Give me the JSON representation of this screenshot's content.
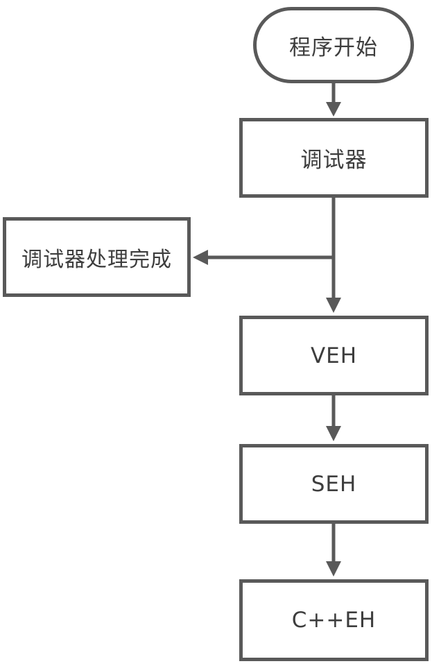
{
  "diagram": {
    "type": "flowchart",
    "colors": {
      "line": "#595959",
      "node_border": "#595959",
      "node_fill": "#ffffff",
      "text": "#3d3d3d",
      "background": "#ffffff"
    },
    "nodes": [
      {
        "id": "start",
        "shape": "stadium",
        "label": "程序开始"
      },
      {
        "id": "debugger",
        "shape": "rect",
        "label": "调试器"
      },
      {
        "id": "debugger-done",
        "shape": "rect",
        "label": "调试器处理完成"
      },
      {
        "id": "veh",
        "shape": "rect",
        "label": "VEH"
      },
      {
        "id": "seh",
        "shape": "rect",
        "label": "SEH"
      },
      {
        "id": "cppeh",
        "shape": "rect",
        "label": "C++EH"
      }
    ],
    "edges": [
      {
        "from": "start",
        "to": "debugger",
        "direction": "down"
      },
      {
        "from": "debugger",
        "to": "veh",
        "direction": "down"
      },
      {
        "from": "debugger",
        "to": "debugger-done",
        "direction": "left-branch"
      },
      {
        "from": "veh",
        "to": "seh",
        "direction": "down"
      },
      {
        "from": "seh",
        "to": "cppeh",
        "direction": "down"
      }
    ]
  }
}
